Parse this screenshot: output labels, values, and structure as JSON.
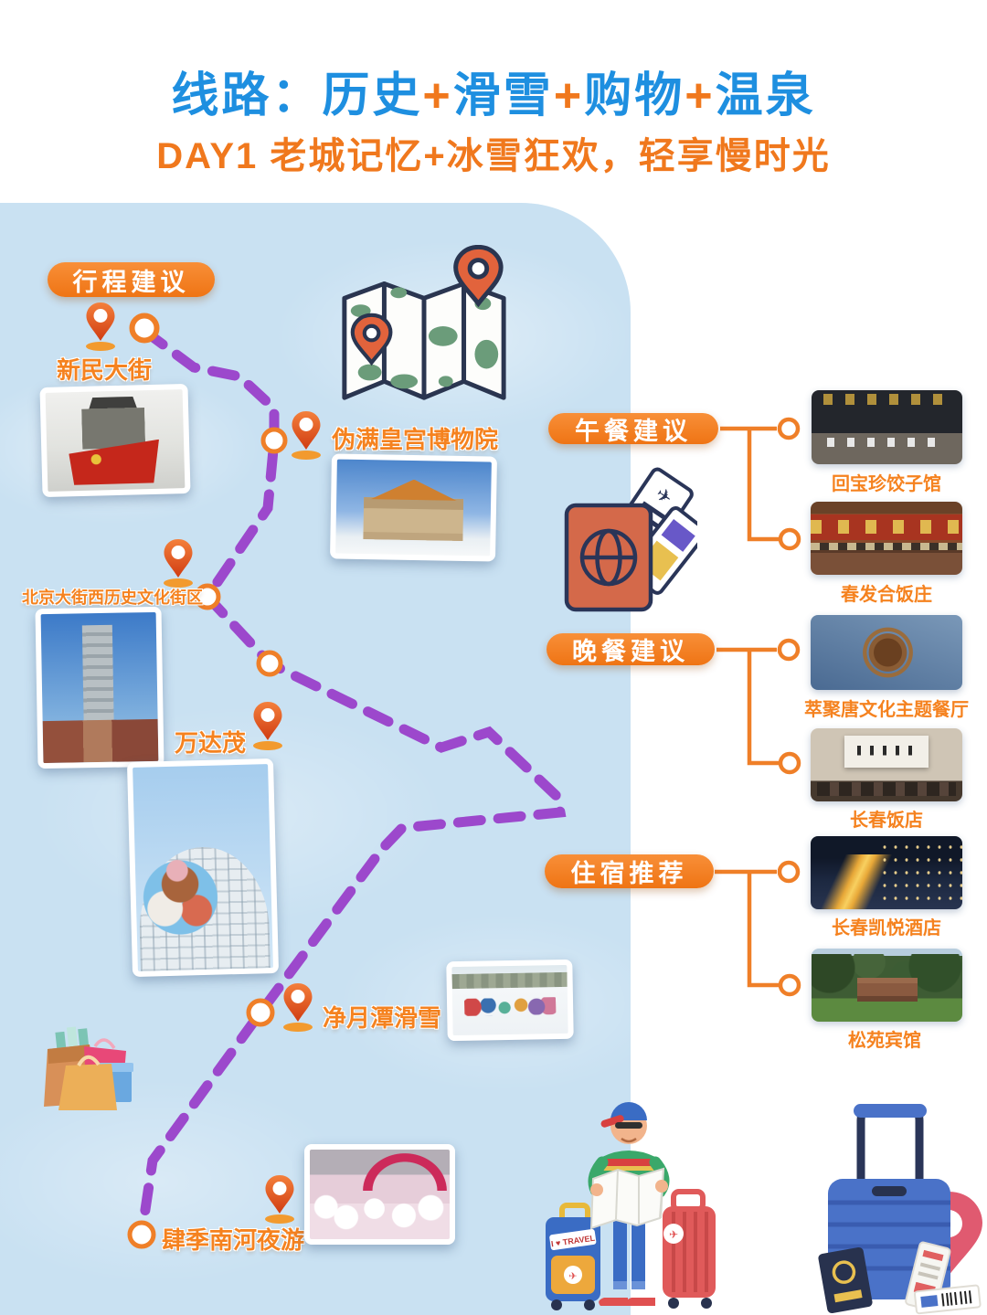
{
  "header": {
    "title_parts": [
      {
        "text": "线路：历史"
      },
      {
        "text": "+"
      },
      {
        "text": "滑雪"
      },
      {
        "text": "+"
      },
      {
        "text": "购物"
      },
      {
        "text": "+"
      },
      {
        "text": "温泉"
      }
    ],
    "subtitle": "DAY1 老城记忆+冰雪狂欢，轻享慢时光"
  },
  "map": {
    "badge_label": "行程建议",
    "stops": [
      {
        "label": "新民大街",
        "photo": "grey monument building with red flag sculpture"
      },
      {
        "label": "伪满皇宫博物院",
        "photo": "palace museum building in winter"
      },
      {
        "label": "北京大街西历史文化街区",
        "photo": "historic street with high-rise tower"
      },
      {
        "label": "万达茂",
        "photo": "mall entrance with mascot statues"
      },
      {
        "label": "净月潭滑雪",
        "photo": "ski slope with group of skiers"
      },
      {
        "label": "肆季南河夜游",
        "photo": "snow sculptures by red bridge"
      }
    ]
  },
  "recommendations": [
    {
      "badge_label": "午餐建议",
      "items": [
        {
          "label": "回宝珍饺子馆",
          "photo": "dark storefront with gold sign"
        },
        {
          "label": "春发合饭庄",
          "photo": "storefront with red characters"
        }
      ]
    },
    {
      "badge_label": "晚餐建议",
      "items": [
        {
          "label": "萃聚唐文化主题餐厅",
          "photo": "blue wall with round emblem"
        },
        {
          "label": "长春饭店",
          "photo": "lobby with calligraphy banner"
        }
      ]
    },
    {
      "badge_label": "住宿推荐",
      "items": [
        {
          "label": "长春凯悦酒店",
          "photo": "night city skyline"
        },
        {
          "label": "松苑宾馆",
          "photo": "brick building among trees"
        }
      ]
    }
  ],
  "illustrations": {
    "suitcase_sticker_text": "I ♥ TRAVEL",
    "icons": [
      "folded-map-icon",
      "passport-tickets-icon",
      "shopping-bags-icon",
      "traveler-with-map-icon",
      "suitcase-location-pin-icon",
      "location-pin-icon",
      "route-node-icon"
    ]
  },
  "colors": {
    "title_blue": "#1E8FE0",
    "accent_orange": "#F0781D",
    "route_purple": "#9C48CC",
    "map_background": "#C9E1F2"
  }
}
